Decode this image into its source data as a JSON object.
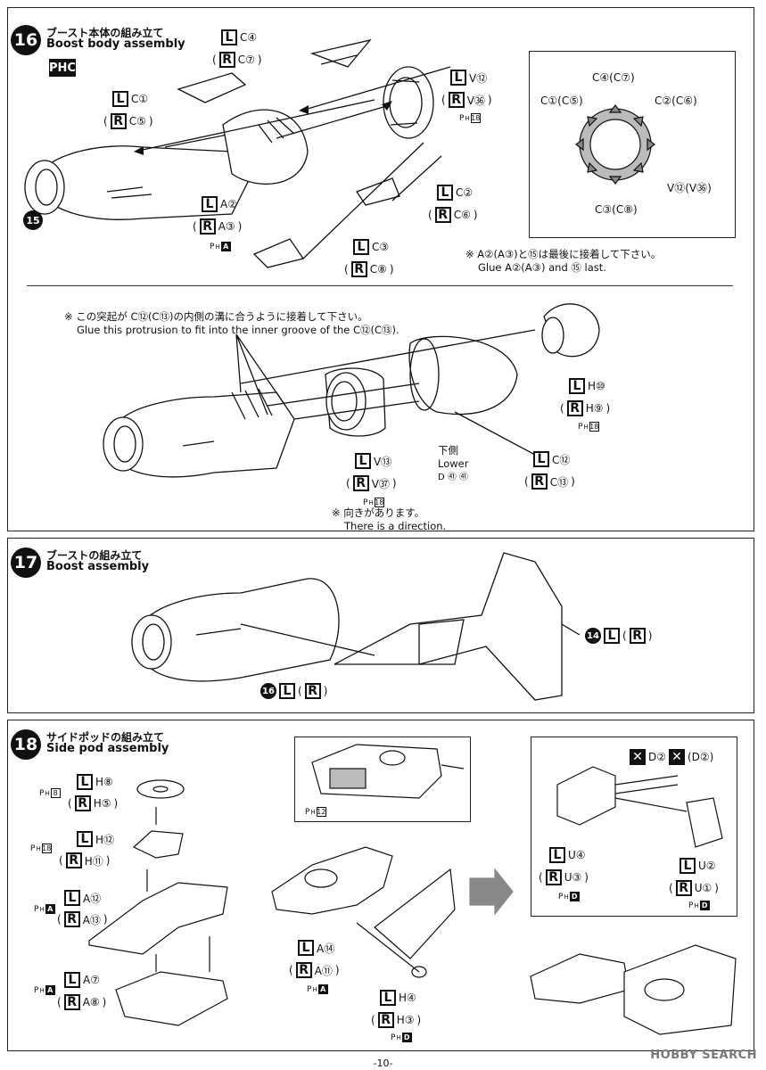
{
  "step16": {
    "number": "16",
    "title_jp": "ブースト本体の組み立て",
    "title_en": "Boost body assembly",
    "badge": "PHC",
    "labels": {
      "c4": "C④",
      "c7": "(R C⑦)",
      "c1": "C①",
      "c5": "C⑤",
      "v12": "V⑫",
      "v36": "V㊱",
      "ph18": "18",
      "a2": "A②",
      "a3": "A③",
      "pha": "A",
      "c2": "C②",
      "c6": "C⑥",
      "c3": "C③",
      "c8": "C⑧",
      "part15": "15"
    },
    "detail": {
      "c4c7": "C④(C⑦)",
      "c1c5": "C①(C⑤)",
      "c2c6": "C②(C⑥)",
      "v12v36": "V⑫(V㊱)",
      "c3c8": "C③(C⑧)"
    },
    "note_jp": "※ A②(A③)と⑮は最後に接着して下さい。",
    "note_en": "Glue A②(A③) and ⑮ last."
  },
  "step16b": {
    "note_jp": "※ この突起が C⑫(C⑬)の内側の溝に合うように接着して下さい。",
    "note_en": "Glue this protrusion to fit into the inner groove of the C⑫(C⑬).",
    "h10": "H⑩",
    "h9": "H⑨",
    "ph18": "18",
    "v13": "V⑬",
    "v37": "V㊲",
    "lower_jp": "下側",
    "lower_en": "Lower",
    "lower_d": "D ㊶ ㊶",
    "c12": "C⑫",
    "c13": "C⑬",
    "dir_jp": "※ 向きがあります。",
    "dir_en": "There is a direction."
  },
  "step17": {
    "number": "17",
    "title_jp": "ブーストの組み立て",
    "title_en": "Boost assembly",
    "ref14": "14",
    "ref16": "16"
  },
  "step18": {
    "number": "18",
    "title_jp": "サイドポッドの組み立て",
    "title_en": "Side pod assembly",
    "h8": "H⑧",
    "h5": "H⑤",
    "ph8": "8",
    "h12": "H⑫",
    "h11": "H⑪",
    "ph18": "18",
    "a12": "A⑫",
    "a13": "A⑬",
    "a7": "A⑦",
    "a8": "A⑧",
    "inset_ph": "12",
    "a14": "A⑭",
    "a11": "A⑪",
    "h4": "H④",
    "h3": "H③",
    "d2": "D②",
    "d2b": "(D②)",
    "u4": "U④",
    "u3": "U③",
    "u2": "U②",
    "u1": "U①"
  },
  "footer": {
    "page": "-10-",
    "watermark": "HOBBY SEARCH"
  },
  "letters": {
    "L": "L",
    "R": "R",
    "P": "P",
    "H": "H",
    "D": "D"
  }
}
